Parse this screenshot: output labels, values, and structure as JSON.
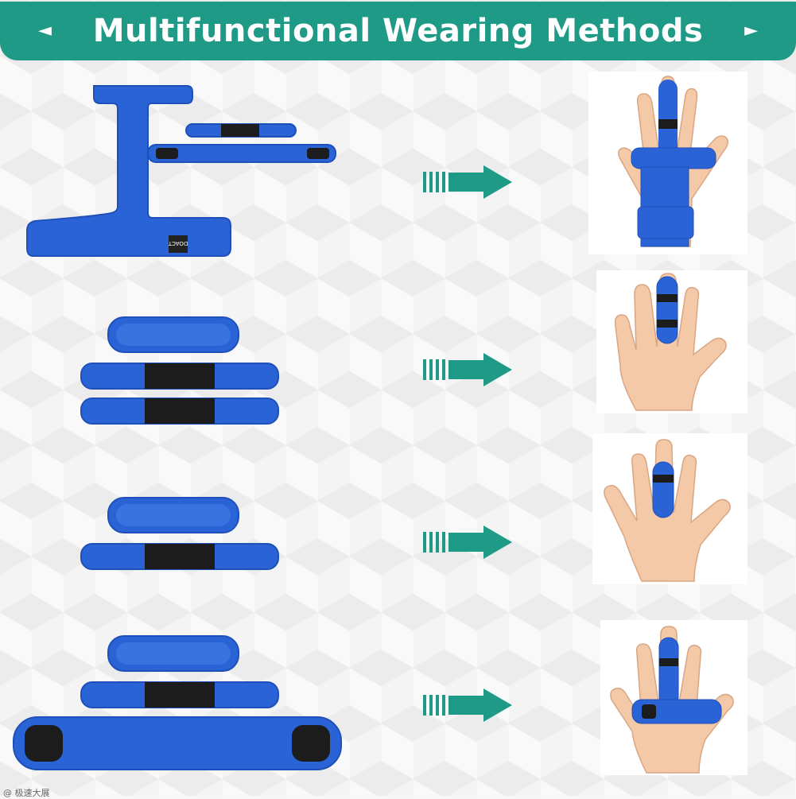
{
  "banner": {
    "title": "Multifunctional Wearing Methods",
    "left_arrow": "◄",
    "right_arrow": "►",
    "color": "#1f9a86"
  },
  "colors": {
    "strap_blue": "#2a63d6",
    "strap_dark_blue": "#1f4fb8",
    "velcro_black": "#1c1c1c",
    "arrow_teal": "#1f9a86",
    "skin": "#f3c9a8"
  },
  "rows": [
    {
      "parts_label": "full splint with two straps",
      "brand_tag": "DOACT",
      "result": "full hand and finger splint"
    },
    {
      "parts_label": "pad with two straps",
      "result": "finger splint with two straps"
    },
    {
      "parts_label": "pad with one strap",
      "result": "finger splint with one strap"
    },
    {
      "parts_label": "pad with strap and palm band",
      "result": "finger splint with palm band"
    }
  ],
  "watermark": "@ 极速大展"
}
